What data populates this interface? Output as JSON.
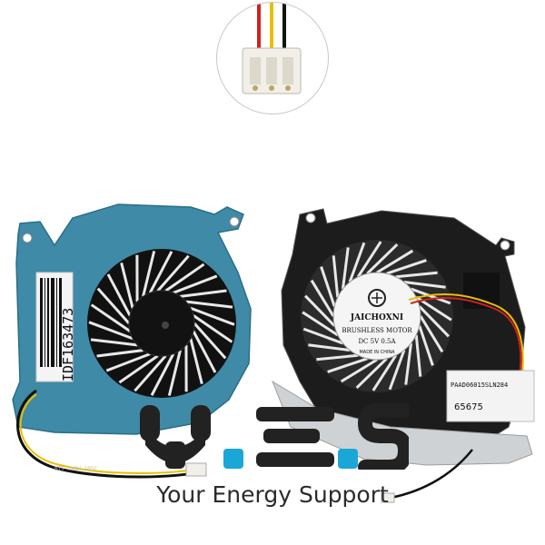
{
  "fan_left": {
    "barcode_label": "IDF163473",
    "cable_print": "BTT 7VRH 105C"
  },
  "fan_right": {
    "hub_brand": "JAICHOXNI",
    "hub_line1": "BRUSHLESS MOTOR",
    "hub_line2": "DC 5V  0.5A",
    "hub_line3": "MADE IN CHINA",
    "sticker_code": "PAAD06015SLN284",
    "sticker_number": "65675"
  },
  "brand": {
    "logo_text": "Y.E.S",
    "tagline": "Your Energy Support"
  },
  "colors": {
    "fan_left_body": "#3f8aa6",
    "fan_right_body": "#1c1c1c",
    "logo_dark": "#222222",
    "logo_accent": "#1aa7d6"
  }
}
